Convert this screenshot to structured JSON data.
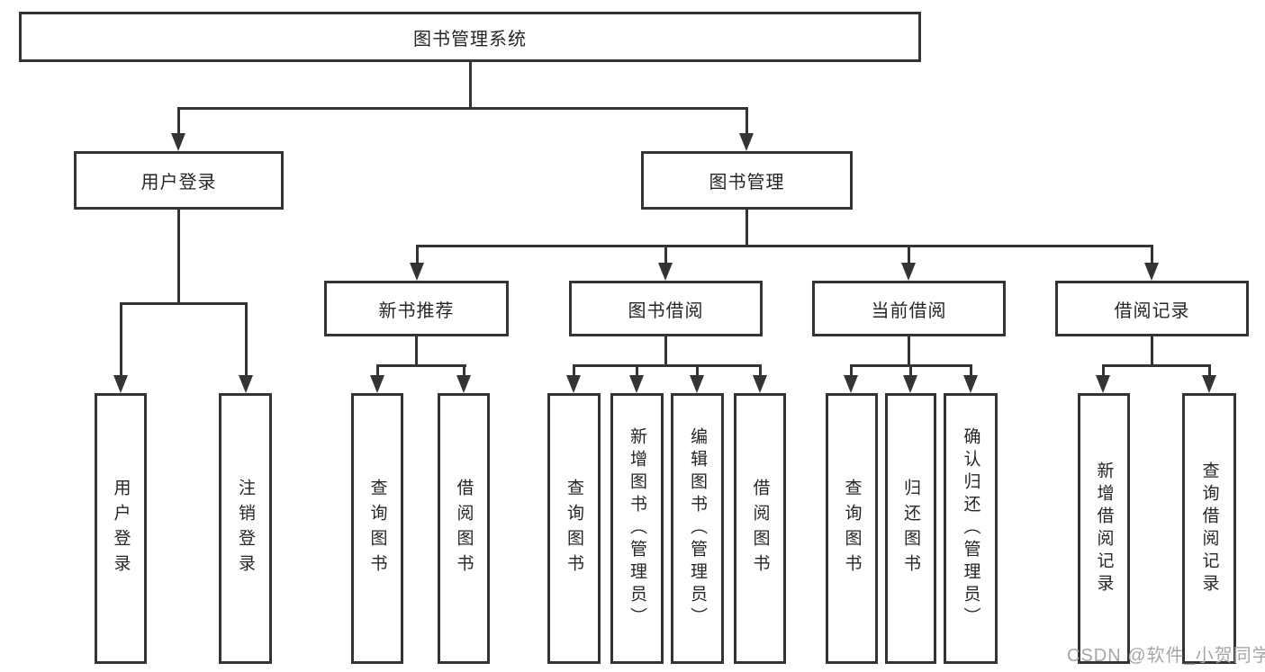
{
  "diagram": {
    "title": "图书管理系统",
    "root": {
      "label": "图书管理系统"
    },
    "branches": [
      {
        "label": "用户登录",
        "children": [
          {
            "label": "用户登录"
          },
          {
            "label": "注销登录"
          }
        ]
      },
      {
        "label": "图书管理",
        "children": [
          {
            "label": "新书推荐",
            "children": [
              {
                "label": "查询图书"
              },
              {
                "label": "借阅图书"
              }
            ]
          },
          {
            "label": "图书借阅",
            "children": [
              {
                "label": "查询图书"
              },
              {
                "label": "新增图书（管理员）"
              },
              {
                "label": "编辑图书（管理员）"
              },
              {
                "label": "借阅图书"
              }
            ]
          },
          {
            "label": "当前借阅",
            "children": [
              {
                "label": "查询图书"
              },
              {
                "label": "归还图书"
              },
              {
                "label": "确认归还（管理员）"
              }
            ]
          },
          {
            "label": "借阅记录",
            "children": [
              {
                "label": "新增借阅记录"
              },
              {
                "label": "查询借阅记录"
              }
            ]
          }
        ]
      }
    ]
  },
  "colors": {
    "line": "#343434",
    "box_border": "#343434",
    "text": "#262626",
    "watermark": "#a6a6a6",
    "background": "#ffffff"
  },
  "watermark": {
    "text": "CSDN @软件_小贺同学"
  }
}
